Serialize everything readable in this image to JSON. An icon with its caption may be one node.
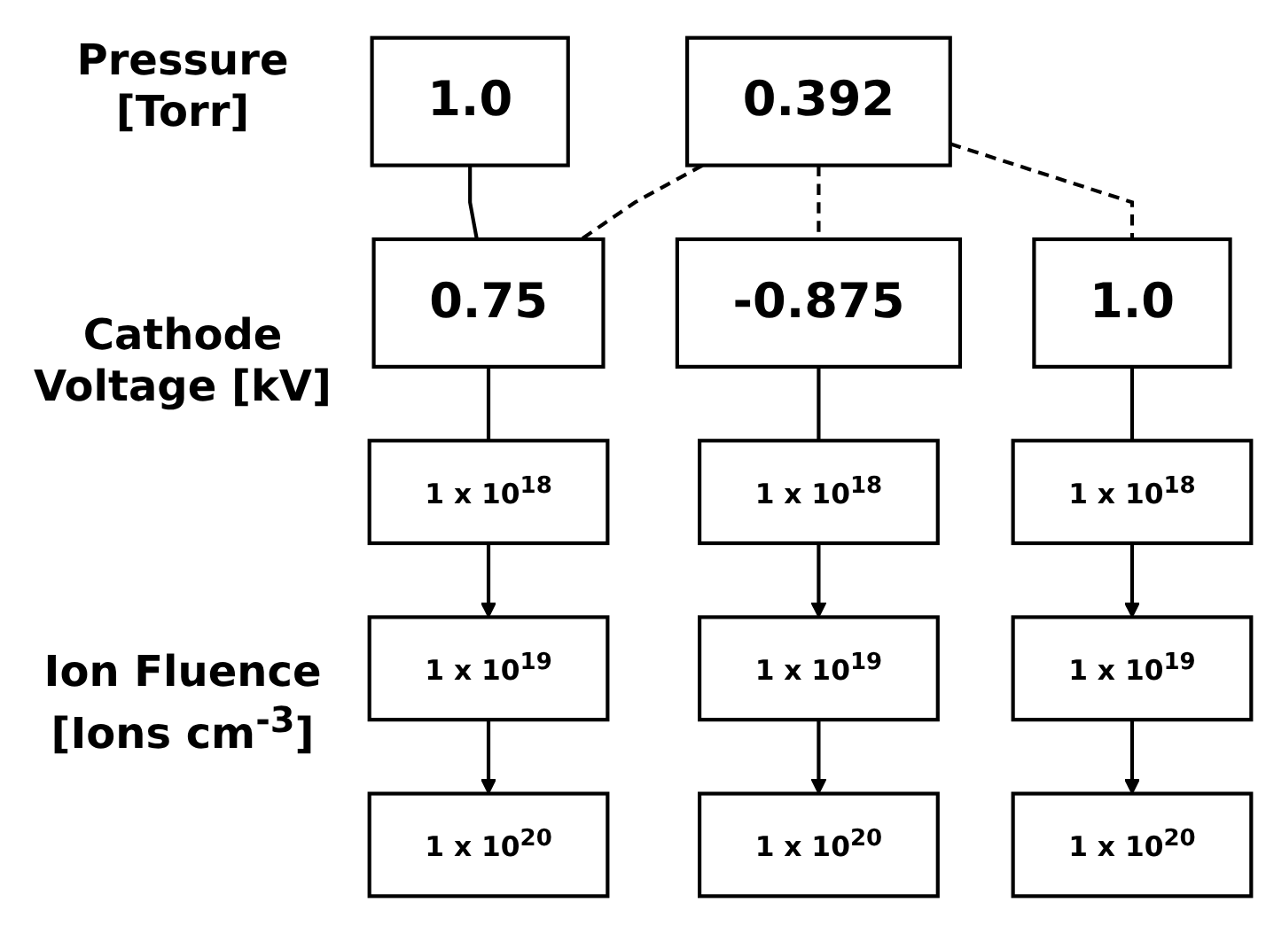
{
  "diagram": {
    "nodes": [
      {
        "text": [
          "0.392"
        ]
      },
      {
        "text": [
          "1.0"
        ]
      },
      {
        "text": [
          "0.75"
        ]
      },
      {
        "text": [
          "-0.875"
        ]
      },
      {
        "text": [
          "1.0"
        ]
      },
      {
        "text": [
          "1 x 10$^{18}$"
        ]
      },
      {
        "text": [
          "1 x 10$^{18}$"
        ]
      },
      {
        "text": [
          "1 x 10$^{18}$"
        ]
      },
      {
        "text": [
          "1 x 10$^{19}$"
        ]
      },
      {
        "text": [
          "1 x 10$^{19}$"
        ]
      },
      {
        "text": [
          "1 x 10$^{19}$"
        ]
      },
      {
        "text": [
          "1 x 10$^{20}$"
        ]
      },
      {
        "text": [
          "1 x 10$^{20}$"
        ]
      },
      {
        "text": [
          "1 x 10$^{20}$"
        ]
      }
    ],
    "edges": [
      {
        "from": 0,
        "to": 2,
        "arrow": "none",
        "style": "dashed"
      },
      {
        "from": 0,
        "to": 3,
        "arrow": "none",
        "style": "dashed"
      },
      {
        "from": 0,
        "to": 4,
        "arrow": "none",
        "style": "dashed"
      },
      {
        "from": 1,
        "to": 2,
        "arrow": "none"
      },
      {
        "from": 2,
        "to": 5,
        "arrow": "none"
      },
      {
        "from": 3,
        "to": 6,
        "arrow": "none"
      },
      {
        "from": 4,
        "to": 7,
        "arrow": "none"
      },
      {
        "from": 5,
        "to": 8,
        "arrow": "to"
      },
      {
        "from": 8,
        "to": 11,
        "arrow": "to"
      },
      {
        "from": 6,
        "to": 9,
        "arrow": "to"
      },
      {
        "from": 9,
        "to": 12,
        "arrow": "to"
      },
      {
        "from": 7,
        "to": 10,
        "arrow": "to"
      },
      {
        "from": 10,
        "to": 13,
        "arrow": "to"
      }
    ],
    "labels": [
      "Pressure [Torr]",
      "Cathode Voltage [kV]",
      "Ion Fluence [Ions cm$^{-3}$]"
    ]
  }
}
